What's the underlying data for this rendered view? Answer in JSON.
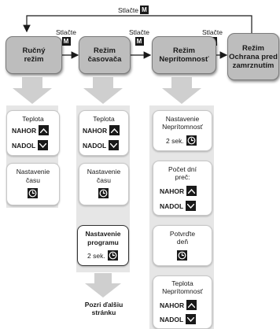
{
  "top_press": {
    "label": "Stlačte",
    "key": "M"
  },
  "modes": [
    {
      "line1": "Ručný",
      "line2": "režim",
      "line3": ""
    },
    {
      "line1": "Režim",
      "line2": "časovača",
      "line3": ""
    },
    {
      "line1": "Režim",
      "line2": "Neprítomnosť",
      "line3": ""
    },
    {
      "line1": "Režim",
      "line2": "Ochrana pred",
      "line3": "zamrznutím"
    }
  ],
  "arrow_labels": [
    {
      "label": "Stlačte",
      "key": "M"
    },
    {
      "label": "Stlačte",
      "key": "M"
    },
    {
      "label": "Stlačte",
      "key": "M"
    }
  ],
  "col1": {
    "card1_title": "Teplota",
    "up_label": "NAHOR",
    "down_label": "NADOL",
    "card2_line1": "Nastavenie",
    "card2_line2": "času"
  },
  "col2": {
    "card1_title": "Teplota",
    "up_label": "NAHOR",
    "down_label": "NADOL",
    "card2_line1": "Nastavenie",
    "card2_line2": "času",
    "card3_line1": "Nastavenie",
    "card3_line2": "programu",
    "card3_line3": "2 sek.",
    "next_line1": "Pozri ďalšiu",
    "next_line2": "stránku"
  },
  "col3": {
    "card1_line1": "Nastavenie",
    "card1_line2": "Neprítomnosť",
    "card1_line3": "2 sek.",
    "card2_line1": "Počet dní",
    "card2_line2": "preč:",
    "up_label": "NAHOR",
    "down_label": "NADOL",
    "card3_line1": "Potvrďte",
    "card3_line2": "deň",
    "card4_line1": "Teplota",
    "card4_line2": "Neprítomnosť",
    "up_label2": "NAHOR",
    "down_label2": "NADOL"
  }
}
